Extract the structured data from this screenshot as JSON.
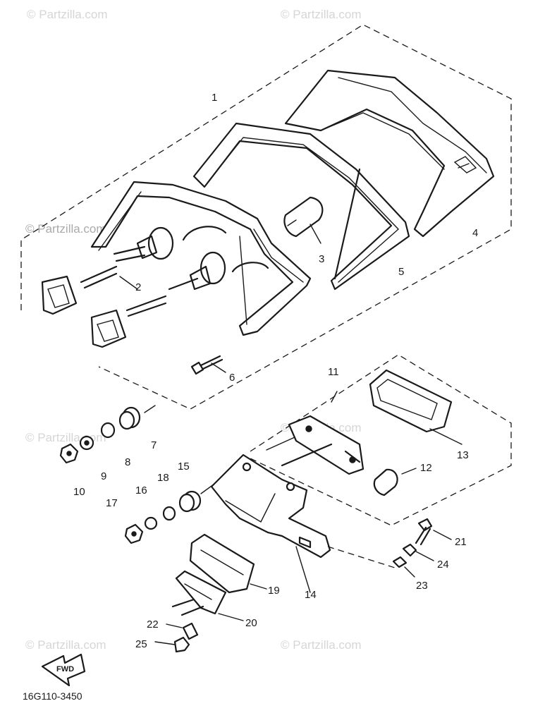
{
  "watermark_text": "© Partzilla.com",
  "diagram_code": "16G110-3450",
  "fwd_label": "FWD",
  "callouts": [
    "1",
    "2",
    "3",
    "4",
    "5",
    "6",
    "7",
    "8",
    "9",
    "10",
    "11",
    "12",
    "13",
    "14",
    "15",
    "16",
    "17",
    "18",
    "19",
    "20",
    "21",
    "22",
    "23",
    "24",
    "25"
  ]
}
